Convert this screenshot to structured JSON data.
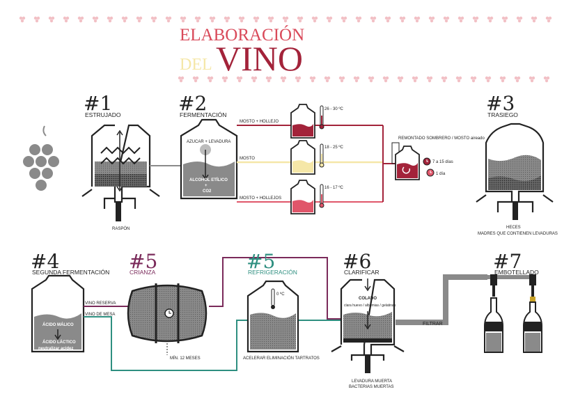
{
  "title": {
    "line1": "ELABORACIÓN",
    "line2a": "DEL",
    "line2b": "VINO"
  },
  "steps": {
    "s1": {
      "num": "#1",
      "title": "ESTRUJADO",
      "bottom": "RASPÓN"
    },
    "s2": {
      "num": "#2",
      "title": "FERMENTACIÓN",
      "top": "AZUCAR + LEVADURA",
      "inner1": "ALCOHOL ETÍLICO",
      "inner2": "+",
      "inner3": "CO2"
    },
    "s3": {
      "num": "#3",
      "title": "TRASIEGO",
      "bottom1": "HECES",
      "bottom2": "MADRES QUE CONTIENEN LEVADURAS"
    },
    "s4": {
      "num": "#4",
      "title": "SEGUNDA FERMENTACIÓN",
      "inner1": "ÁCIDO MÁLICO",
      "inner2": "ÁCIDO LÁCTICO",
      "inner3": "neutralizar acidez",
      "line1": "VINO RESERVA",
      "line2": "VINO DE MESA"
    },
    "s5a": {
      "num": "#5",
      "title": "CRIANZA",
      "bottom": "MÍN. 12 MESES"
    },
    "s5b": {
      "num": "#5",
      "title": "REFRIGERACIÓN",
      "temp": "0 ºC",
      "bottom": "ACELERAR ELIMINACIÓN TARTRATOS"
    },
    "s6": {
      "num": "#6",
      "title": "CLARIFICAR",
      "inner1": "COLADO",
      "inner2": "clara huevo / albumias / gelatinas",
      "bottom1": "LEVADURA MUERTA",
      "bottom2": "BACTERIAS MUERTAS",
      "filter": "FILTRAR"
    },
    "s7": {
      "num": "#7",
      "title": "EMBOTELLADO"
    }
  },
  "ferment": {
    "red": {
      "label": "MOSTO + HOLLEJO",
      "temp": "26 - 30 ºC"
    },
    "white": {
      "label": "MOSTO",
      "temp": "18 - 25 ºC"
    },
    "rose": {
      "label": "MOSTO + HOLLEJOS",
      "temp": "16 - 17 ºC"
    },
    "remontado": "REMONTADO SOMBRERO / MOSTO aireado",
    "time1": "7 a 15 días",
    "time2": "1 día"
  },
  "colors": {
    "red": "#a3233a",
    "white": "#f5e7a8",
    "rose": "#e0566a",
    "teal": "#2e8f80",
    "purple": "#7a2a5a",
    "gray": "#8a8a8a"
  }
}
